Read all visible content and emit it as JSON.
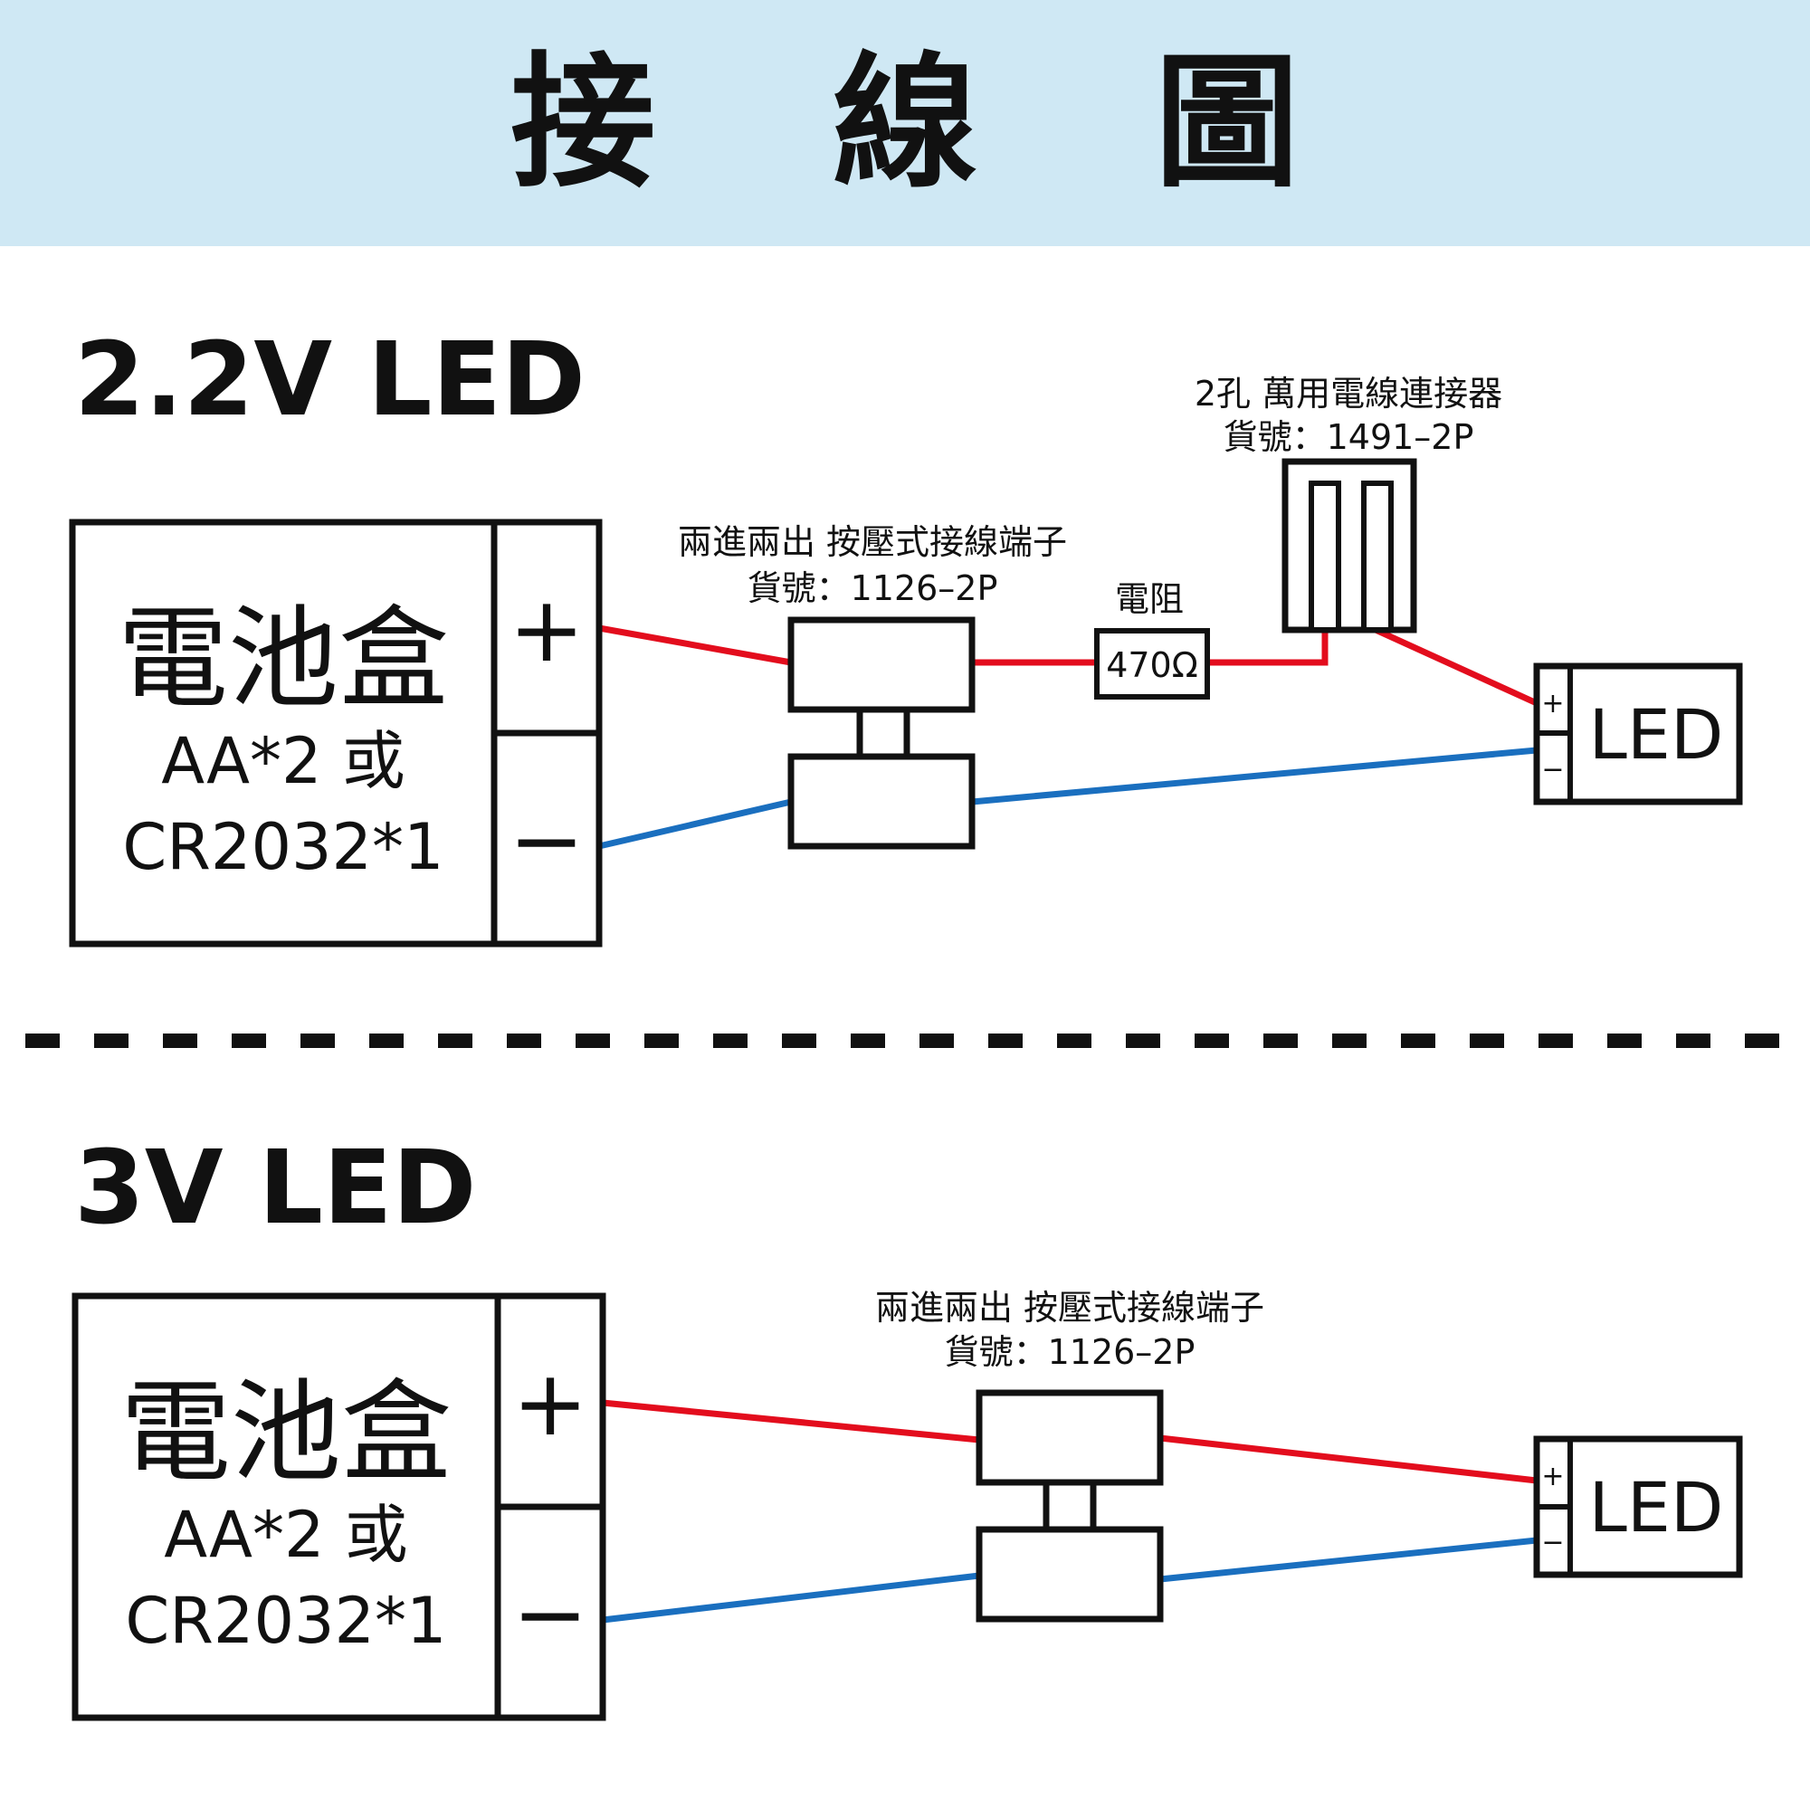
{
  "title": "接 線 圖",
  "colors": {
    "header_bg": "#cfe8f4",
    "positive_wire": "#e30d1d",
    "negative_wire": "#1a6fbf"
  },
  "section_22v": {
    "heading": "2.2V LED",
    "battery": {
      "name": "電池盒",
      "line1": "AA*2 或",
      "line2": "CR2032*1",
      "plus": "+",
      "minus": "−"
    },
    "terminal": {
      "label": "兩進兩出 按壓式接線端子",
      "part": "貨號：1126–2P"
    },
    "resistor": {
      "label": "電阻",
      "value": "470Ω"
    },
    "connector": {
      "label": "2孔 萬用電線連接器",
      "part": "貨號：1491–2P"
    },
    "led": {
      "label": "LED",
      "plus": "+",
      "minus": "−"
    }
  },
  "section_3v": {
    "heading": "3V LED",
    "battery": {
      "name": "電池盒",
      "line1": "AA*2 或",
      "line2": "CR2032*1",
      "plus": "+",
      "minus": "−"
    },
    "terminal": {
      "label": "兩進兩出 按壓式接線端子",
      "part": "貨號：1126–2P"
    },
    "led": {
      "label": "LED",
      "plus": "+",
      "minus": "−"
    }
  }
}
